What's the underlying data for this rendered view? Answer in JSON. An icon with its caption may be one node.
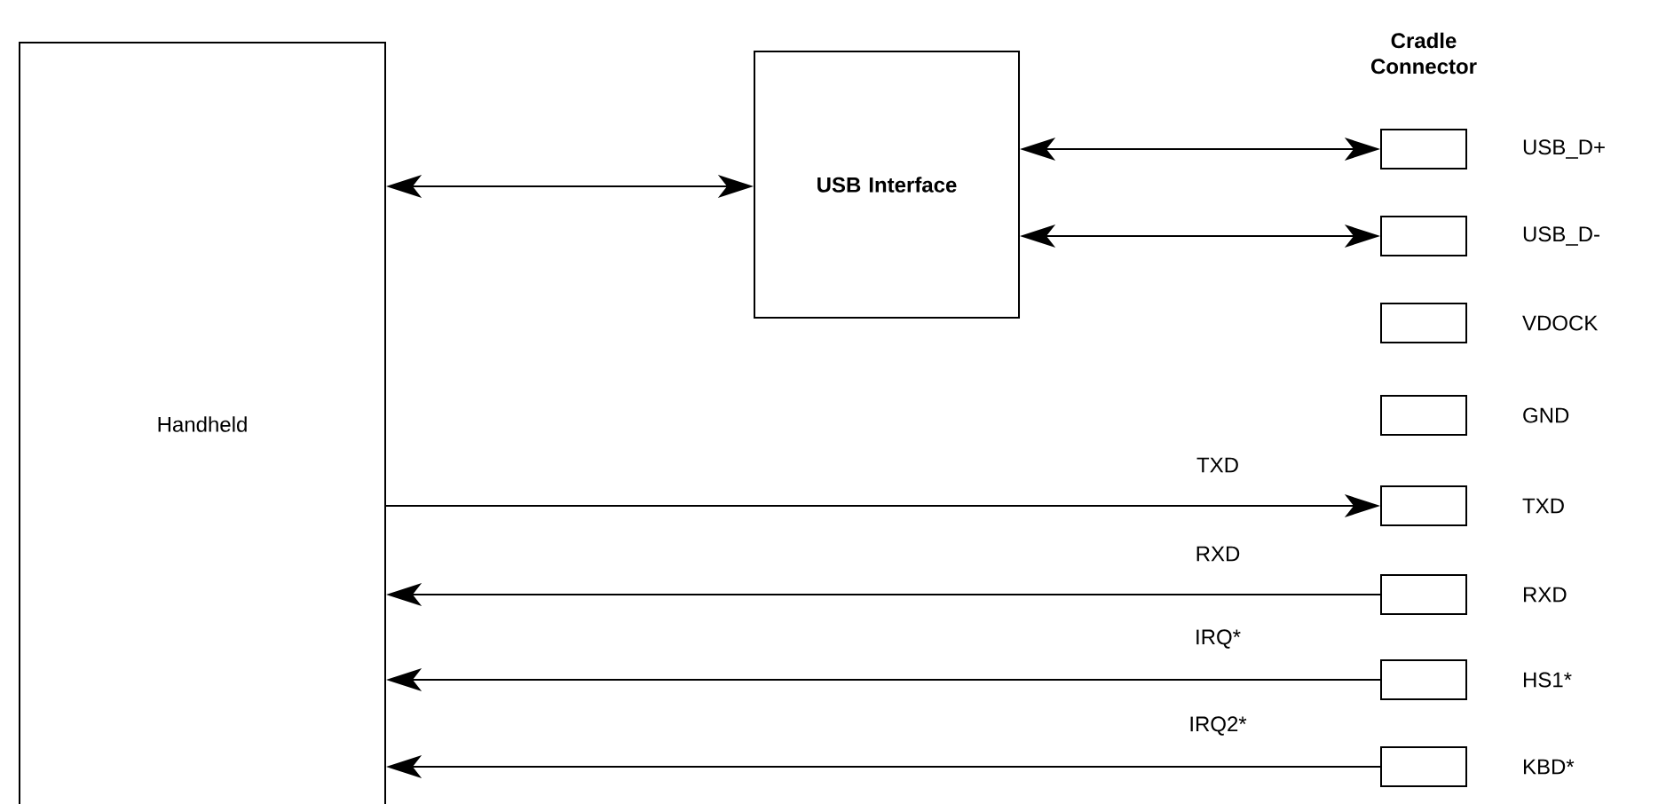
{
  "diagram": {
    "nodes": [
      {
        "text": [
          "Handheld"
        ]
      },
      {
        "text": [
          "USB Interface"
        ]
      },
      {
        "text": [],
        "shape": "box",
        "beside": [
          "USB_D+"
        ]
      },
      {
        "text": [],
        "shape": "box",
        "beside": [
          "USB_D-"
        ]
      },
      {
        "text": [],
        "shape": "box",
        "beside": [
          "VDOCK"
        ]
      },
      {
        "text": [],
        "shape": "box",
        "beside": [
          "GND"
        ]
      },
      {
        "text": [],
        "shape": "box",
        "beside": [
          "TXD"
        ]
      },
      {
        "text": [],
        "shape": "box",
        "beside": [
          "RXD"
        ]
      },
      {
        "text": [],
        "shape": "box",
        "beside": [
          "HS1*"
        ]
      },
      {
        "text": [],
        "shape": "box",
        "beside": [
          "KBD*"
        ]
      }
    ],
    "edges": [
      {
        "from": 0,
        "to": 1,
        "arrow": "both"
      },
      {
        "from": 1,
        "to": 2,
        "arrow": "both"
      },
      {
        "from": 1,
        "to": 3,
        "arrow": "both"
      },
      {
        "from": 0,
        "to": 6,
        "arrow": "to",
        "label": "TXD"
      },
      {
        "from": 7,
        "to": 0,
        "arrow": "to",
        "label": "RXD"
      },
      {
        "from": 8,
        "to": 0,
        "arrow": "to",
        "label": "IRQ*"
      },
      {
        "from": 9,
        "to": 0,
        "arrow": "to",
        "label": "IRQ2*"
      }
    ],
    "labels": [
      "Cradle Connector"
    ]
  }
}
